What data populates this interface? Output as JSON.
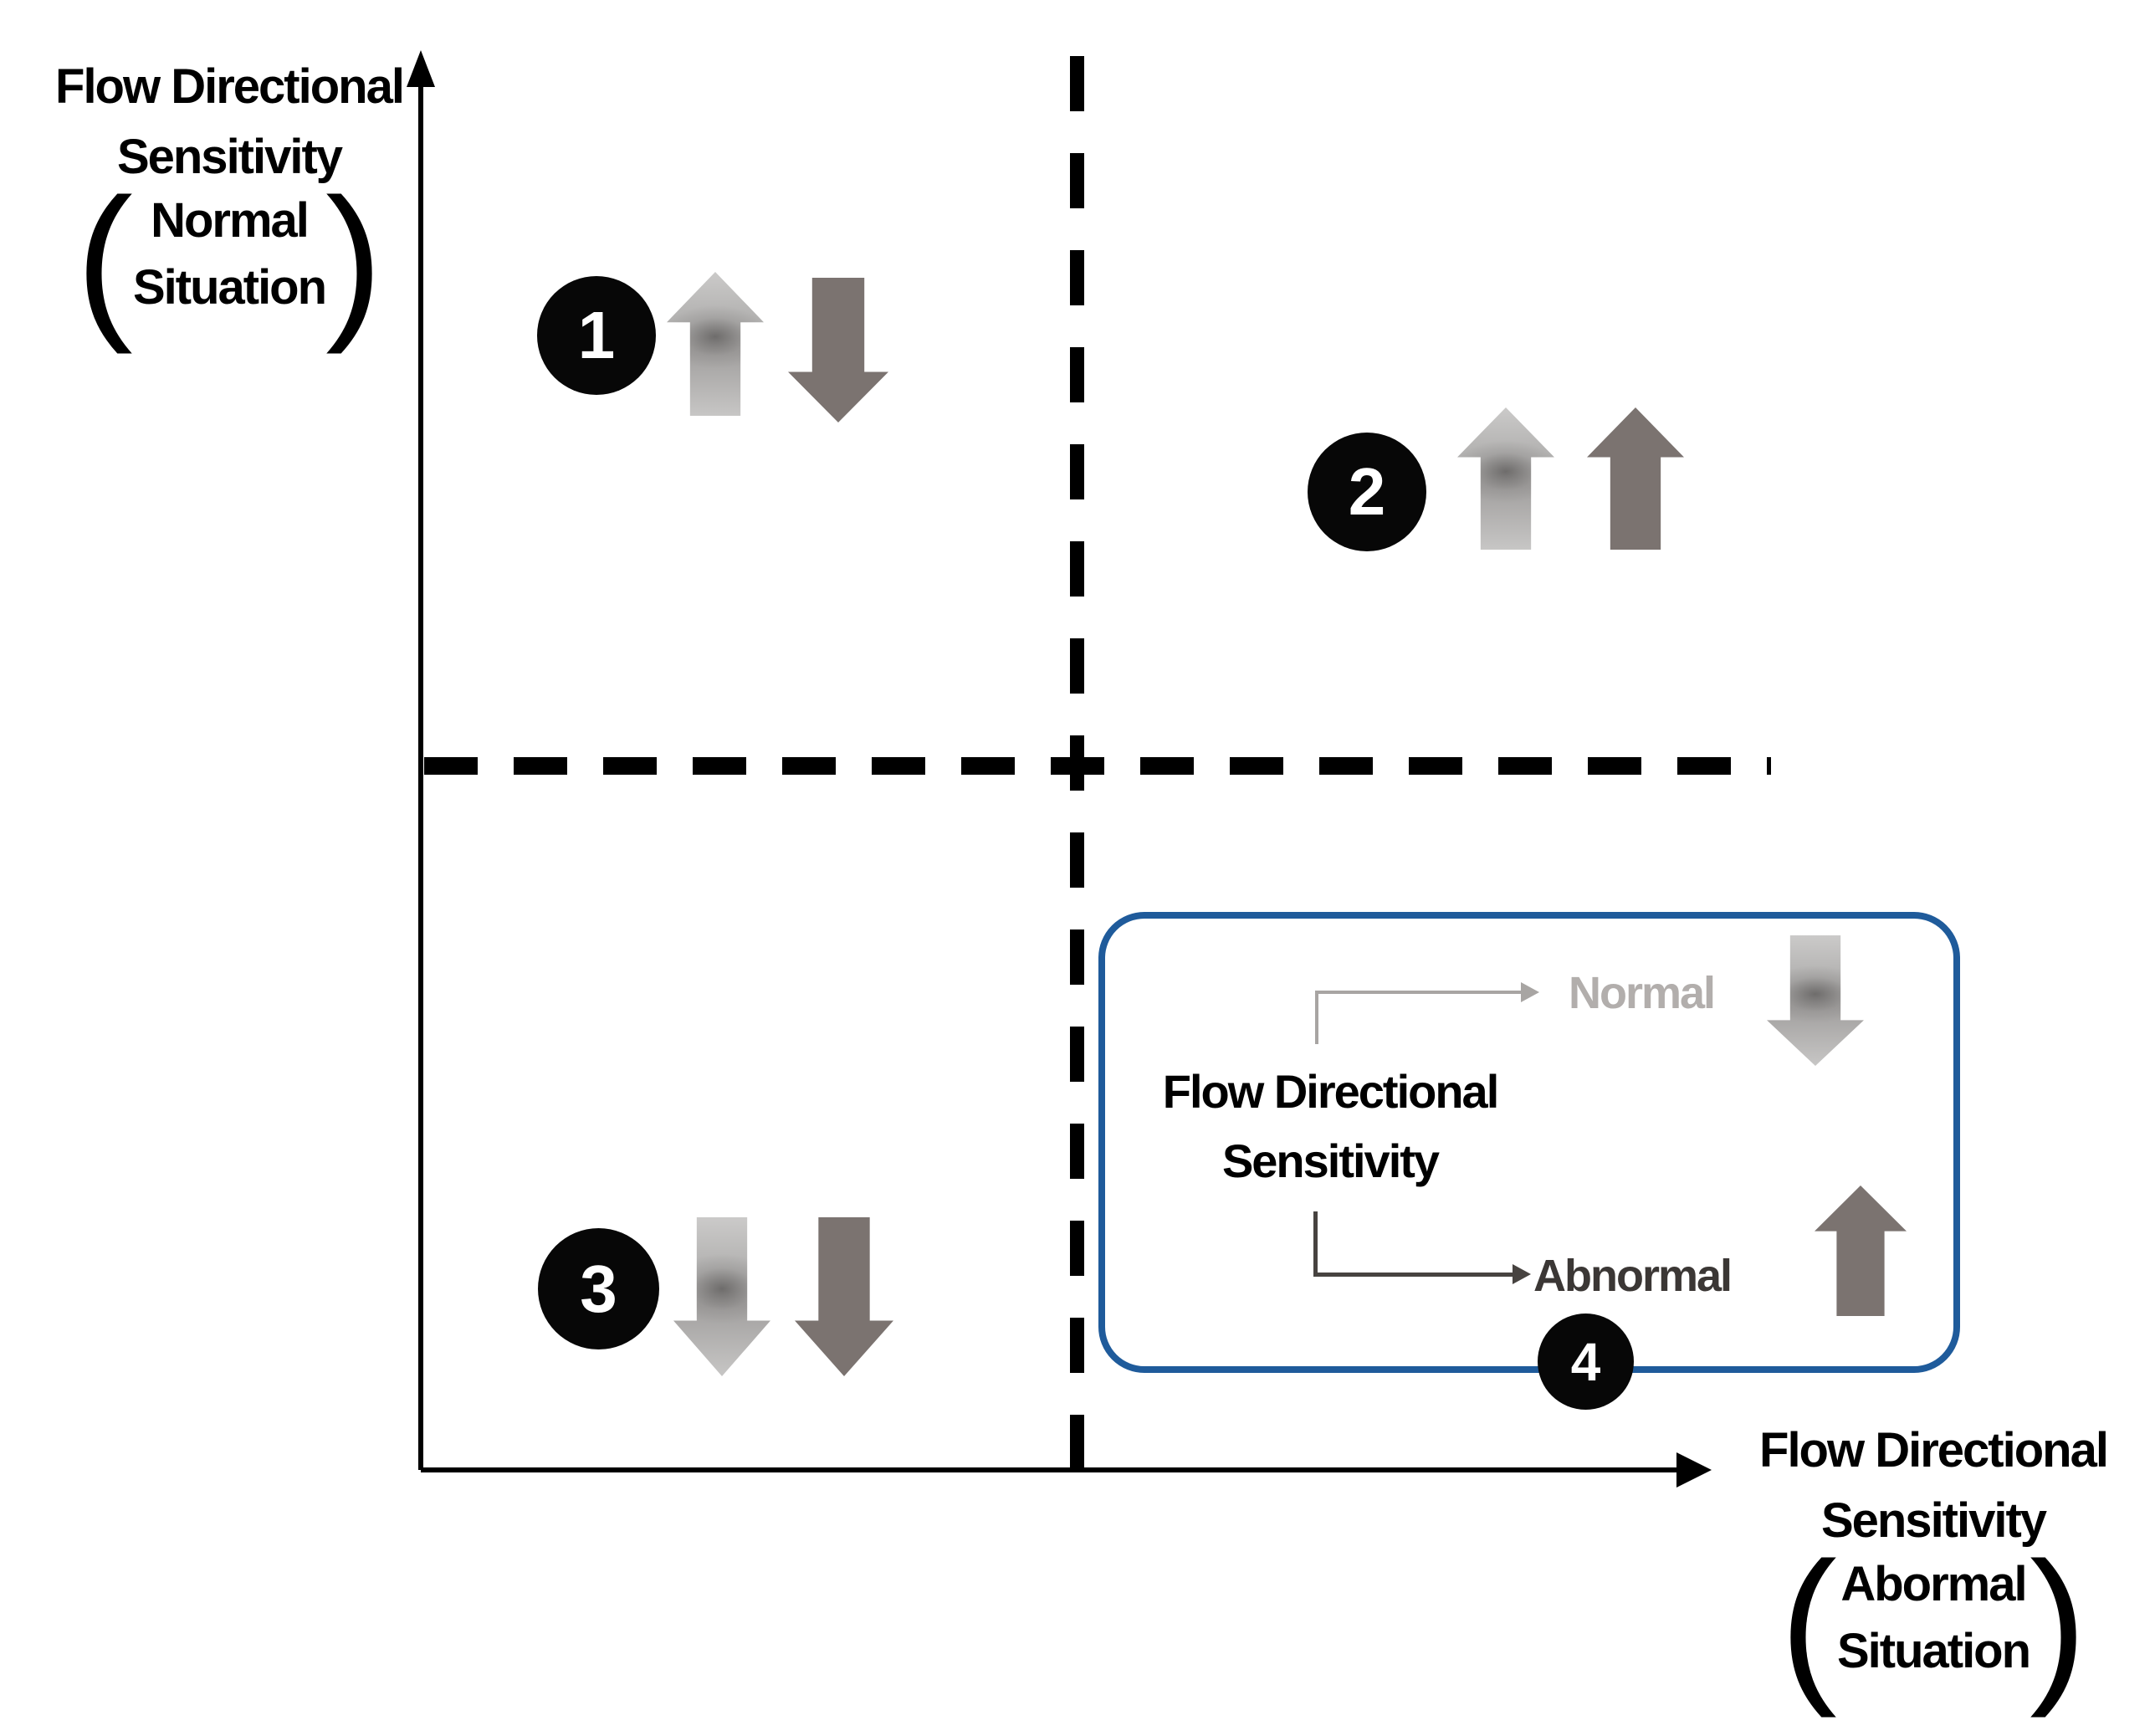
{
  "figure": {
    "y_axis": {
      "label_line1": "Flow Directional",
      "label_line2": "Sensitivity",
      "open_paren": "(",
      "paren_line1": "Normal",
      "paren_line2": "Situation",
      "close_paren": ")"
    },
    "x_axis": {
      "label_line1": "Flow Directional",
      "label_line2": "Sensitivity",
      "open_paren": "(",
      "paren_line1": "Abormal",
      "paren_line2": "Situation",
      "close_paren": ")"
    },
    "quadrants": [
      {
        "number": "1",
        "arrows": [
          "light-up",
          "dark-down"
        ]
      },
      {
        "number": "2",
        "arrows": [
          "light-up",
          "dark-up"
        ]
      },
      {
        "number": "3",
        "arrows": [
          "light-down",
          "dark-down"
        ]
      },
      {
        "number": "4",
        "arrows": [
          "light-down",
          "dark-up"
        ]
      }
    ],
    "legend": {
      "title_line1": "Flow Directional",
      "title_line2": "Sensitivity",
      "normal_label": "Normal",
      "abnormal_label": "Abnormal"
    },
    "colors": {
      "axis": "#000000",
      "box_border": "#1f5b9b",
      "dark_arrow": "#7b7370",
      "light_arrow_base": "#c7c6c5",
      "light_arrow_core": "#8a8887",
      "normal_text": "#b2aeac",
      "abnormal_text": "#3b3735",
      "connector_light": "#a8a5a3",
      "connector_dark": "#474340",
      "circle_bg": "#070707",
      "circle_text": "#ffffff"
    }
  }
}
